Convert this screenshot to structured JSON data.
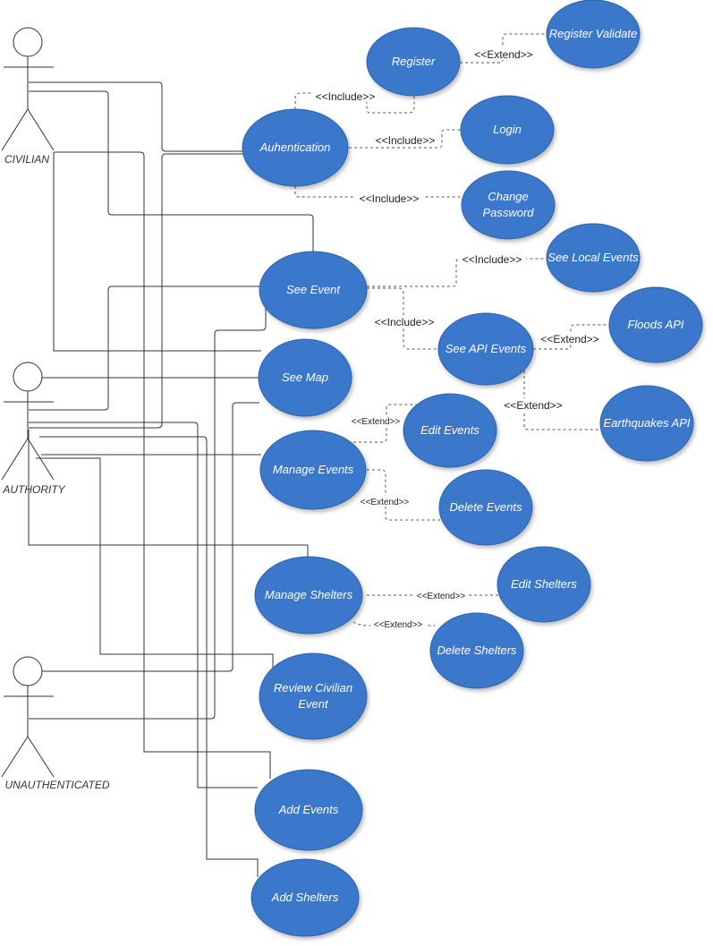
{
  "colors": {
    "usecase_fill": "#3a78cc",
    "usecase_stroke": "#2d63ab",
    "line": "#333333"
  },
  "actors": {
    "civilian": "CIVILIAN",
    "authority": "AUTHORITY",
    "unauthenticated": "UNAUTHENTICATED"
  },
  "usecases": {
    "register": [
      "Register"
    ],
    "register_validate": [
      "Register Validate"
    ],
    "authentication": [
      "Auhentication"
    ],
    "login": [
      "Login"
    ],
    "change_password": [
      "Change",
      "Password"
    ],
    "see_local_events": [
      "See Local Events"
    ],
    "see_event": [
      "See Event"
    ],
    "floods_api": [
      "Floods API"
    ],
    "see_api_events": [
      "See API Events"
    ],
    "see_map": [
      "See Map"
    ],
    "earthquakes_api": [
      "Earthquakes API"
    ],
    "edit_events": [
      "Edit Events"
    ],
    "manage_events": [
      "Manage Events"
    ],
    "delete_events": [
      "Delete Events"
    ],
    "manage_shelters": [
      "Manage Shelters"
    ],
    "edit_shelters": [
      "Edit Shelters"
    ],
    "delete_shelters": [
      "Delete Shelters"
    ],
    "review_civilian_event": [
      "Review Civilian",
      "Event"
    ],
    "add_events": [
      "Add  Events"
    ],
    "add_shelters": [
      "Add Shelters"
    ]
  },
  "relations": {
    "reg_validate": "<<Extend>>",
    "auth_register": "<<Include>>",
    "auth_login": "<<Include>>",
    "auth_change_password": "<<Include>>",
    "see_event_local": "<<Include>>",
    "see_event_api": "<<Include>>",
    "api_floods": "<<Extend>>",
    "api_earthquakes": "<<Extend>>",
    "manage_edit_events": "<<Extend>>",
    "manage_delete_events": "<<Extend>>",
    "manage_edit_shelters": "<<Extend>>",
    "manage_delete_shelters": "<<Extend>>"
  }
}
